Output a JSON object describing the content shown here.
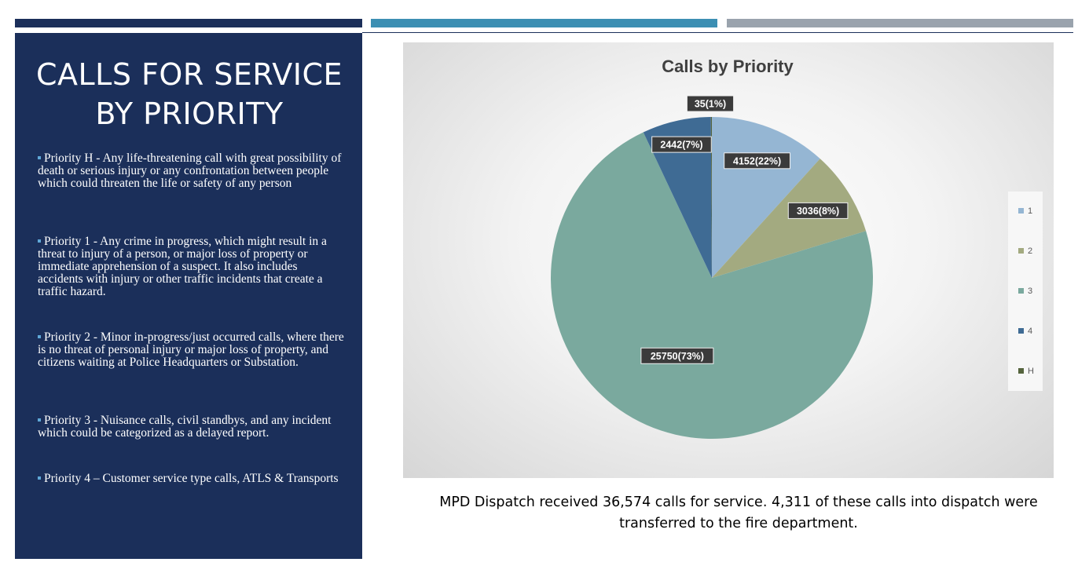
{
  "slide": {
    "title_lines": [
      "CALLS FOR SERVICE",
      "BY PRIORITY"
    ],
    "definitions": [
      {
        "label": "Priority H",
        "text": "Priority H - Any life-threatening call with great possibility of death or serious injury or any confrontation between people which could threaten the life or safety of any person"
      },
      {
        "label": "Priority 1",
        "text": "Priority 1 - Any crime in progress, which might result in a threat to injury of a person, or major loss of property or immediate apprehension of a suspect.  It also includes accidents with injury or other traffic incidents that create a traffic hazard."
      },
      {
        "label": "Priority 2",
        "text": "Priority 2 - Minor in-progress/just occurred calls, where there is no threat of personal injury or major loss of property, and citizens waiting at Police Headquarters or Substation."
      },
      {
        "label": "Priority 3",
        "text": "Priority 3 - Nuisance calls, civil standbys, and any incident which could be categorized as a delayed report."
      },
      {
        "label": "Priority 4",
        "text": "Priority 4 – Customer service type calls, ATLS & Transports"
      }
    ],
    "caption": "MPD Dispatch received 36,574 calls for service.  4,311 of these calls into dispatch were transferred to the fire department.",
    "colors": {
      "panel": "#1b2f5a",
      "bar_navy": "#1b2f5a",
      "bar_blue": "#3c8fb3",
      "bar_gray": "#9aa3ad",
      "bullet": "#5fa8d8"
    }
  },
  "chart_data": {
    "type": "pie",
    "title": "Calls by Priority",
    "legend_position": "right",
    "slices": [
      {
        "name": "1",
        "value": 4152,
        "label": "4152(22%)",
        "color": "#95b6d3"
      },
      {
        "name": "2",
        "value": 3036,
        "label": "3036(8%)",
        "color": "#a3aa80"
      },
      {
        "name": "3",
        "value": 25750,
        "label": "25750(73%)",
        "color": "#7aa99e"
      },
      {
        "name": "4",
        "value": 2442,
        "label": "2442(7%)",
        "color": "#3f6b94"
      },
      {
        "name": "H",
        "value": 35,
        "label": "35(1%)",
        "color": "#55643d"
      }
    ]
  }
}
